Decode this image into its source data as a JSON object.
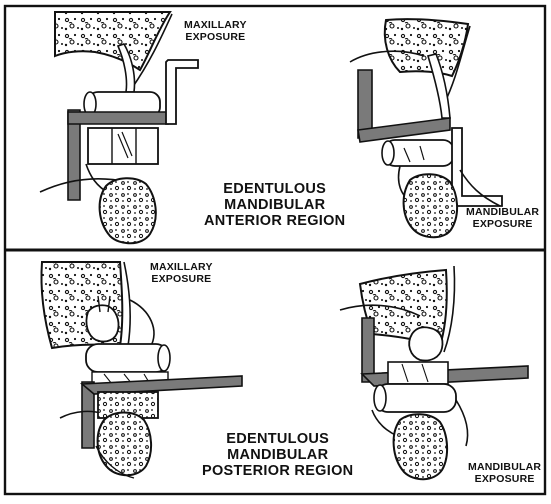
{
  "top_panel": {
    "maxillary_label": [
      "MAXILLARY",
      "EXPOSURE"
    ],
    "region_label": [
      "EDENTULOUS",
      "MANDIBULAR",
      "ANTERIOR REGION"
    ],
    "mandibular_label": [
      "MANDIBULAR",
      "EXPOSURE"
    ]
  },
  "bottom_panel": {
    "maxillary_label": [
      "MAXILLARY",
      "EXPOSURE"
    ],
    "region_label": [
      "EDENTULOUS",
      "MANDIBULAR",
      "POSTERIOR REGION"
    ],
    "mandibular_label": [
      "MANDIBULAR",
      "EXPOSURE"
    ]
  },
  "colors": {
    "ink": "#111111",
    "film": "#7a7a7a",
    "paper": "#ffffff"
  }
}
